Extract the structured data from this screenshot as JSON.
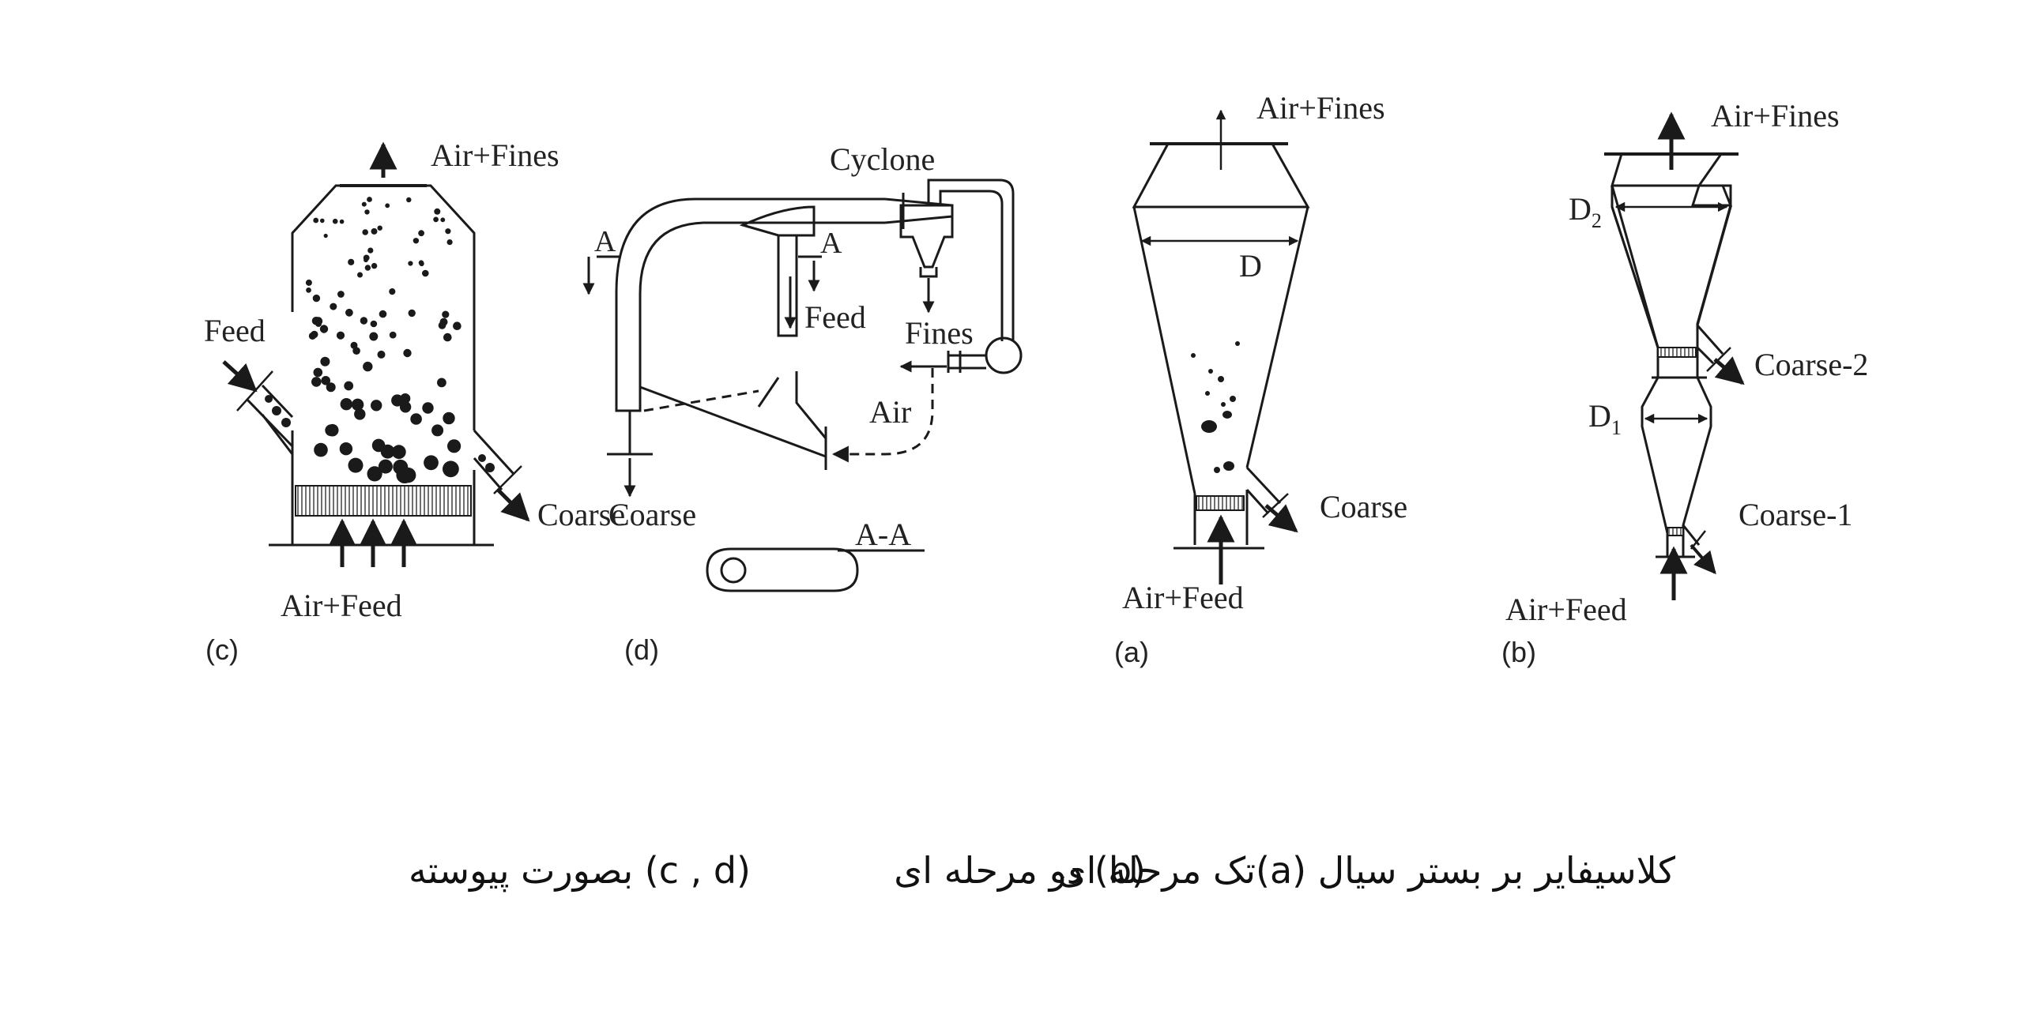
{
  "panels": {
    "c": {
      "tag": "(c)",
      "air_fines": "Air+Fines",
      "feed": "Feed",
      "coarse": "Coarse",
      "air_feed": "Air+Feed"
    },
    "d": {
      "tag": "(d)",
      "cyclone": "Cyclone",
      "section_a_left": "A",
      "section_a_right": "A",
      "feed": "Feed",
      "fines": "Fines",
      "air": "Air",
      "coarse": "Coarse",
      "section_aa": "A-A"
    },
    "a": {
      "tag": "(a)",
      "air_fines": "Air+Fines",
      "diameter": "D",
      "coarse": "Coarse",
      "air_feed": "Air+Feed"
    },
    "b": {
      "tag": "(b)",
      "air_fines": "Air+Fines",
      "d2_base": "D",
      "d2_sub": "2",
      "coarse2": "Coarse-2",
      "d1_base": "D",
      "d1_sub": "1",
      "coarse1": "Coarse-1",
      "air_feed": "Air+Feed"
    }
  },
  "caption": {
    "part_a": "کلاسیفایر بر بستر سیال    (a)تک مرحله ای",
    "part_b": "(b) دو مرحله ای",
    "part_c": "(c , d) بصورت پیوسته"
  },
  "colors": {
    "ink": "#1a1a1a",
    "background": "#ffffff"
  }
}
